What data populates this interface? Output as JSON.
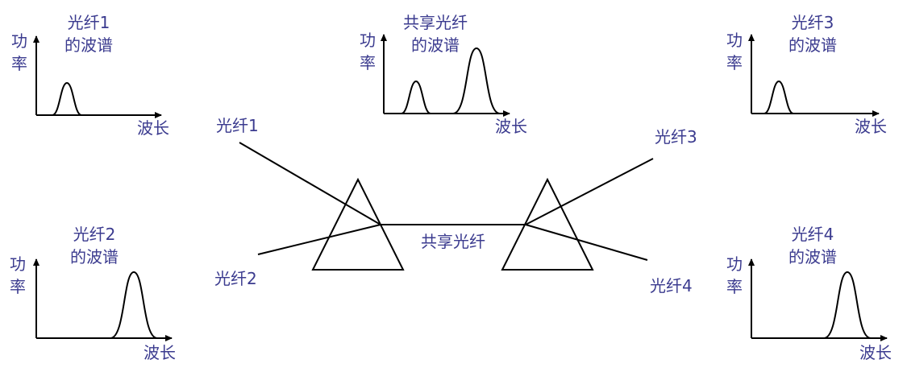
{
  "spectra": {
    "fiber1": {
      "title_line1": "光纤1",
      "title_line2": "的波谱",
      "ylabel_line1": "功",
      "ylabel_line2": "率",
      "xlabel": "波长"
    },
    "shared": {
      "title_line1": "共享光纤",
      "title_line2": "的波谱",
      "ylabel_line1": "功",
      "ylabel_line2": "率",
      "xlabel": "波长"
    },
    "fiber3": {
      "title_line1": "光纤3",
      "title_line2": "的波谱",
      "ylabel_line1": "功",
      "ylabel_line2": "率",
      "xlabel": "波长"
    },
    "fiber2": {
      "title_line1": "光纤2",
      "title_line2": "的波谱",
      "ylabel_line1": "功",
      "ylabel_line2": "率",
      "xlabel": "波长"
    },
    "fiber4": {
      "title_line1": "光纤4",
      "title_line2": "的波谱",
      "ylabel_line1": "功",
      "ylabel_line2": "率",
      "xlabel": "波长"
    }
  },
  "fibers": {
    "fiber1": "光纤1",
    "fiber2": "光纤2",
    "fiber3": "光纤3",
    "fiber4": "光纤4",
    "shared": "共享光纤"
  },
  "colors": {
    "label": "#3b3b8f",
    "line": "#000000"
  }
}
